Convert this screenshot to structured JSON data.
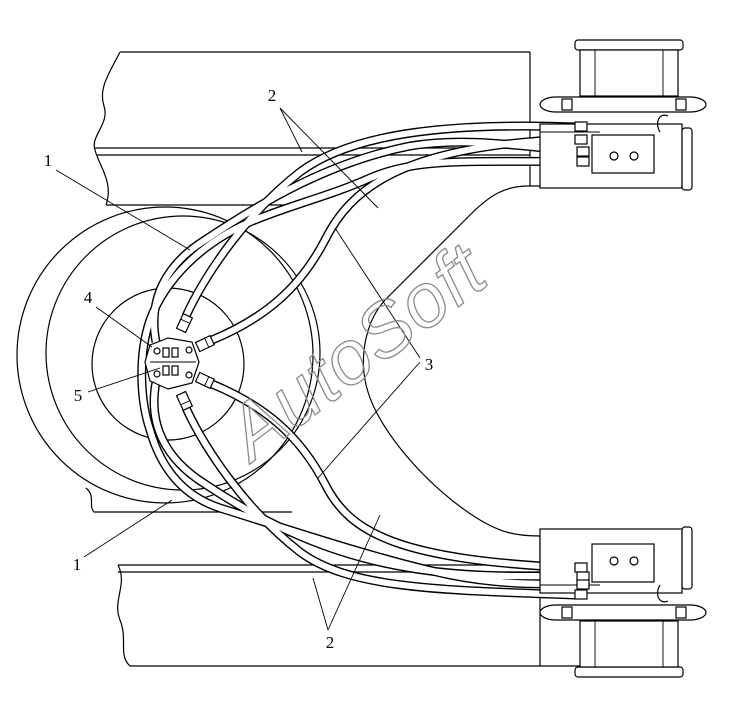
{
  "labels": {
    "hose_loop_top": "1",
    "hose_pair_top": "2",
    "hose_cross": "3",
    "distributor": "4",
    "hub_valve": "5",
    "hose_loop_bottom": "1",
    "hose_pair_bottom": "2"
  },
  "watermark": "AutoSoft",
  "colors": {
    "line": "#000000",
    "watermark": "#8a8a8a",
    "background": "#ffffff"
  }
}
